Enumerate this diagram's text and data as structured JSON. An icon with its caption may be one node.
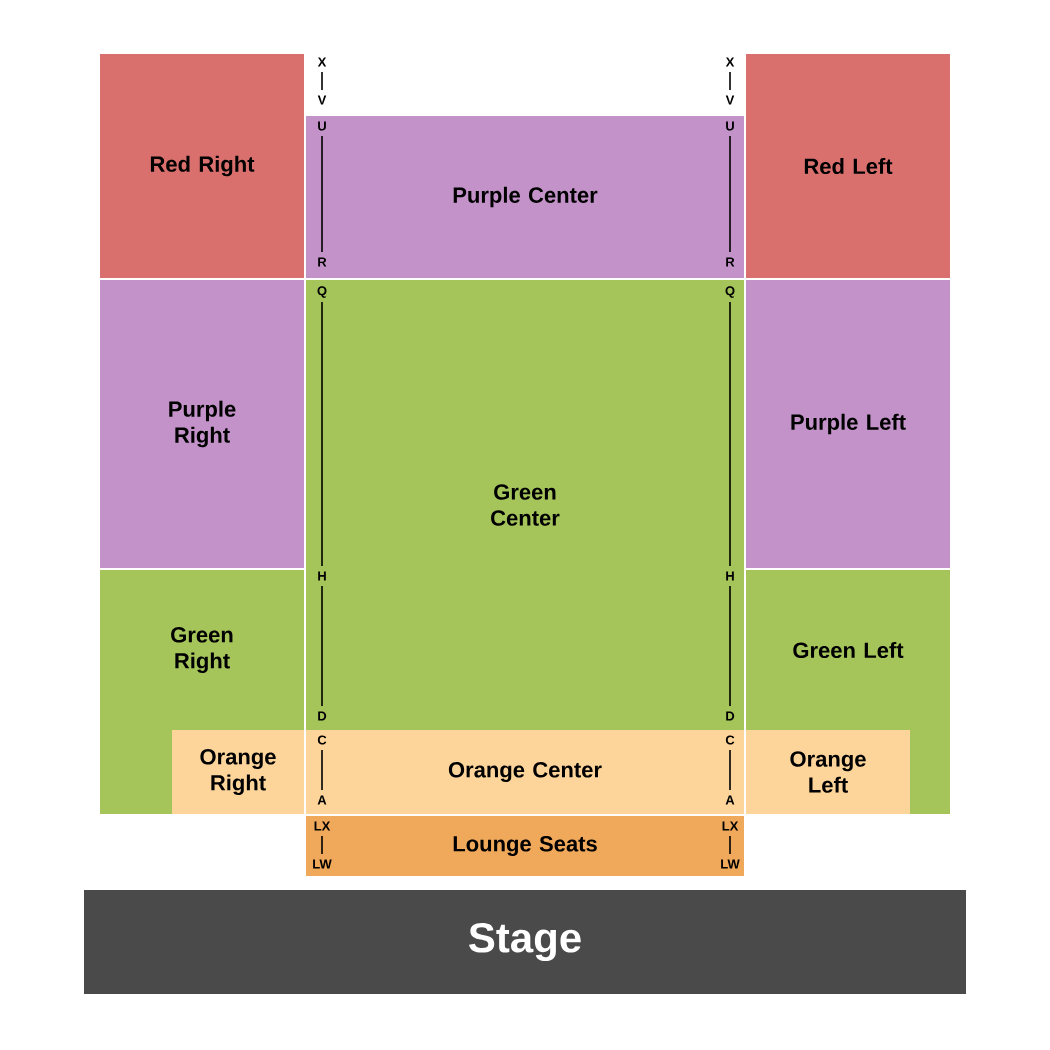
{
  "diagram": {
    "nodes": [
      {
        "text": [
          "Red Right"
        ]
      },
      {
        "text": [
          "Purple Center"
        ]
      },
      {
        "text": [
          "Red Left"
        ]
      },
      {
        "text": [
          "Purple Right"
        ]
      },
      {
        "text": [
          "Green Center"
        ]
      },
      {
        "text": [
          "Purple Left"
        ]
      },
      {
        "text": [
          "Green Right"
        ]
      },
      {
        "text": [
          "Green Left"
        ]
      },
      {
        "text": [
          "Orange Right"
        ],
        "in": 6
      },
      {
        "text": [
          "Orange Center"
        ]
      },
      {
        "text": [
          "Orange Left"
        ],
        "in": 7
      },
      {
        "text": [
          "Lounge Seats"
        ]
      },
      {
        "text": [
          "Stage"
        ]
      }
    ],
    "edges": [],
    "labels": [
      "X",
      "V",
      "U",
      "R",
      "Q",
      "H",
      "D",
      "C",
      "A",
      "LX",
      "LW",
      "X",
      "V",
      "U",
      "R",
      "Q",
      "H",
      "D",
      "C",
      "A",
      "LX",
      "LW"
    ]
  }
}
